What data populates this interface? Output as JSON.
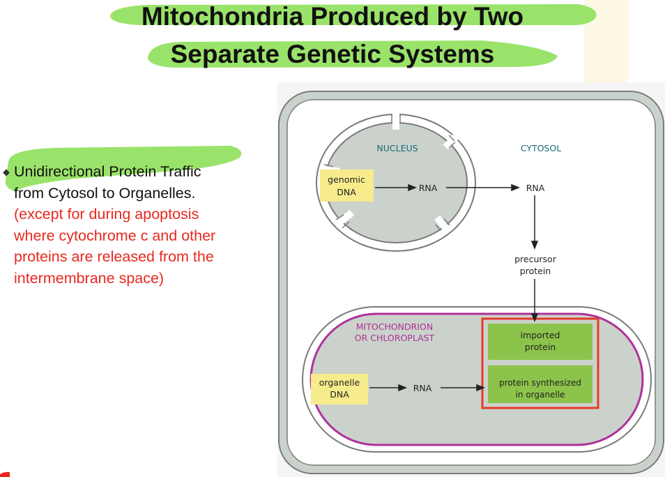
{
  "slide": {
    "title_line1": "Mitochondria Produced by Two",
    "title_line2": "Separate Genetic Systems",
    "bullet_main_line1": "Unidirectional  Protein Traffic",
    "bullet_main_line2": "from Cytosol to Organelles.",
    "bullet_note_line1": "(except for during apoptosis",
    "bullet_note_line2": "where cytochrome c and other",
    "bullet_note_line3": "proteins are released from the",
    "bullet_note_line4": "intermembrane space)"
  },
  "diagram": {
    "nucleus_label": "NUCLEUS",
    "cytosol_label": "CYTOSOL",
    "genomic_dna_line1": "genomic",
    "genomic_dna_line2": "DNA",
    "rna_nuclear": "RNA",
    "rna_cytosol": "RNA",
    "precursor_line1": "precursor",
    "precursor_line2": "protein",
    "organelle_label_line1": "MITOCHONDRION",
    "organelle_label_line2": "OR CHLOROPLAST",
    "imported_line1": "imported",
    "imported_line2": "protein",
    "organelle_dna_line1": "organelle",
    "organelle_dna_line2": "DNA",
    "rna_organelle": "RNA",
    "synth_line1": "protein synthesized",
    "synth_line2": "in organelle"
  },
  "colors": {
    "highlight_green": "#8fe05a",
    "note_red": "#e8281e",
    "gray_fill": "#cbd2cb",
    "dna_yellow": "#f7ec8c",
    "protein_green": "#8cc34a",
    "organelle_magenta": "#b0309a",
    "outline_red": "#e53a2a"
  }
}
